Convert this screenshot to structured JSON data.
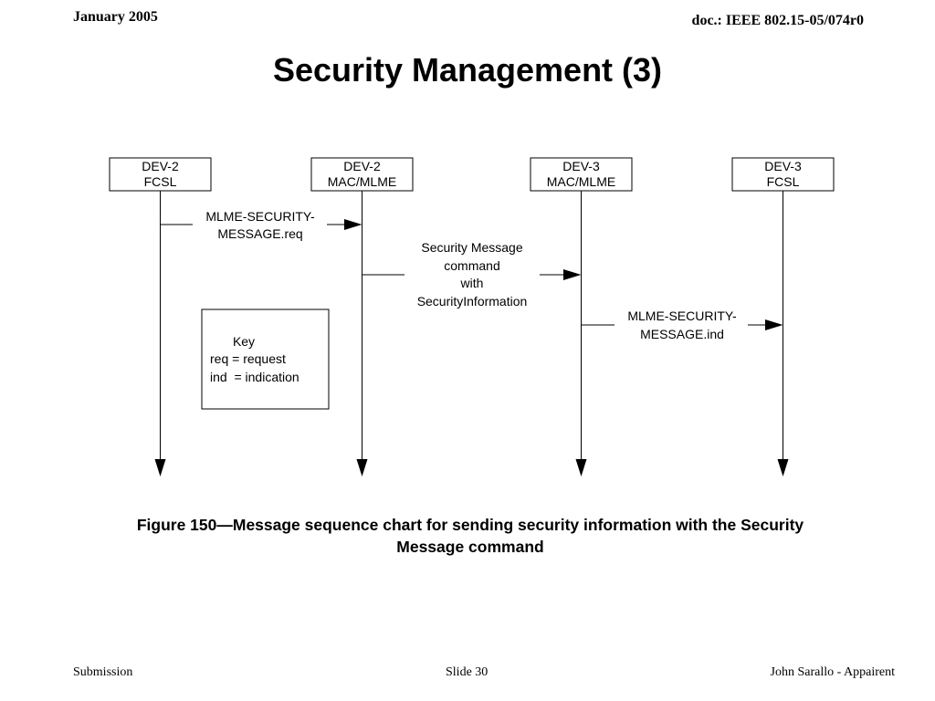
{
  "header": {
    "date": "January 2005",
    "doc_id": "doc.: IEEE 802.15-05/074r0"
  },
  "slide_title": "Security Management (3)",
  "diagram": {
    "lifelines": [
      {
        "line1": "DEV-2",
        "line2": "FCSL"
      },
      {
        "line1": "DEV-2",
        "line2": "MAC/MLME"
      },
      {
        "line1": "DEV-3",
        "line2": "MAC/MLME"
      },
      {
        "line1": "DEV-3",
        "line2": "FCSL"
      }
    ],
    "messages": [
      {
        "from": 0,
        "to": 1,
        "lines": [
          "MLME-SECURITY-",
          "MESSAGE.req"
        ]
      },
      {
        "from": 1,
        "to": 2,
        "lines": [
          "Security Message",
          "command",
          "with",
          "SecurityInformation"
        ]
      },
      {
        "from": 2,
        "to": 3,
        "lines": [
          "MLME-SECURITY-",
          "MESSAGE.ind"
        ]
      }
    ],
    "key": {
      "title": "Key",
      "entries": [
        "req = request",
        "ind  = indication"
      ]
    }
  },
  "caption": {
    "line1": "Figure 150—Message sequence chart for sending security information with the Security",
    "line2": "Message command"
  },
  "footer": {
    "left": "Submission",
    "center": "Slide 30",
    "right": "John Sarallo - Appairent"
  }
}
